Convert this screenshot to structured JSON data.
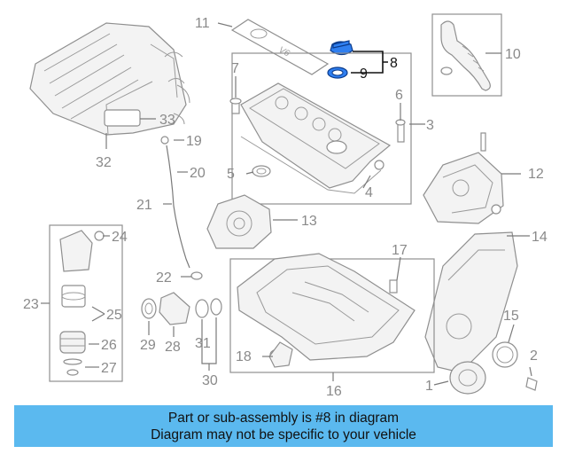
{
  "diagram": {
    "highlight_color": "#2f7ff0",
    "callouts": [
      {
        "id": "1",
        "text": "1"
      },
      {
        "id": "2",
        "text": "2"
      },
      {
        "id": "3",
        "text": "3"
      },
      {
        "id": "4",
        "text": "4"
      },
      {
        "id": "5",
        "text": "5"
      },
      {
        "id": "6",
        "text": "6"
      },
      {
        "id": "7",
        "text": "7"
      },
      {
        "id": "8",
        "text": "8",
        "highlighted": true
      },
      {
        "id": "9",
        "text": "9",
        "highlighted": true
      },
      {
        "id": "10",
        "text": "10"
      },
      {
        "id": "11",
        "text": "11"
      },
      {
        "id": "12",
        "text": "12"
      },
      {
        "id": "13",
        "text": "13"
      },
      {
        "id": "14",
        "text": "14"
      },
      {
        "id": "15",
        "text": "15"
      },
      {
        "id": "16",
        "text": "16"
      },
      {
        "id": "17",
        "text": "17"
      },
      {
        "id": "18",
        "text": "18"
      },
      {
        "id": "19",
        "text": "19"
      },
      {
        "id": "20",
        "text": "20"
      },
      {
        "id": "21",
        "text": "21"
      },
      {
        "id": "22",
        "text": "22"
      },
      {
        "id": "23",
        "text": "23"
      },
      {
        "id": "24",
        "text": "24"
      },
      {
        "id": "25",
        "text": "25"
      },
      {
        "id": "26",
        "text": "26"
      },
      {
        "id": "27",
        "text": "27"
      },
      {
        "id": "28",
        "text": "28"
      },
      {
        "id": "29",
        "text": "29"
      },
      {
        "id": "30",
        "text": "30"
      },
      {
        "id": "31",
        "text": "31"
      },
      {
        "id": "32",
        "text": "32"
      },
      {
        "id": "33",
        "text": "33"
      }
    ],
    "engine_cover_text": "V6"
  },
  "note": {
    "line1": "Part or sub-assembly is #8 in diagram",
    "line2": "Diagram may not be specific to your vehicle",
    "background": "#5bb9ef"
  }
}
